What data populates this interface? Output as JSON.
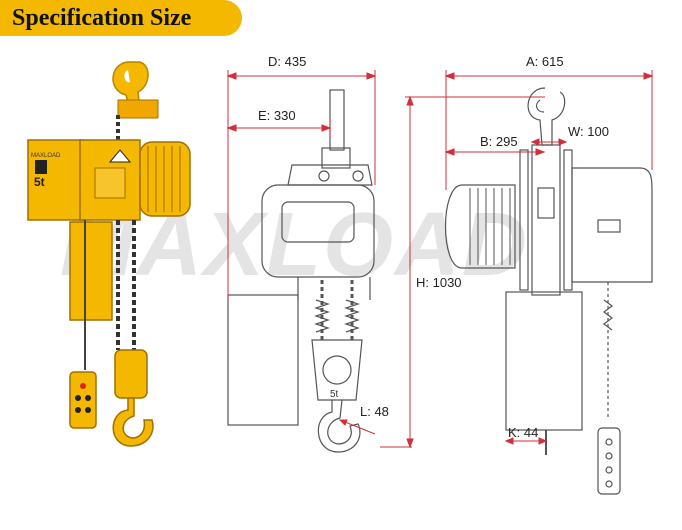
{
  "header": {
    "title": "Specification Size"
  },
  "watermark": "MAXLOAD",
  "product": {
    "body_label": "MAXLOAD",
    "capacity_label": "5t",
    "hook_label": "5t"
  },
  "dimensions": {
    "D": "D: 435",
    "E": "E: 330",
    "A": "A: 615",
    "B": "B: 295",
    "W": "W: 100",
    "H": "H: 1030",
    "L": "L: 48",
    "K": "K: 44"
  },
  "colors": {
    "banner": "#f5b800",
    "hoist_yellow": "#f5b800",
    "dimension_line": "#d0303a",
    "drawing_line": "#555555"
  }
}
